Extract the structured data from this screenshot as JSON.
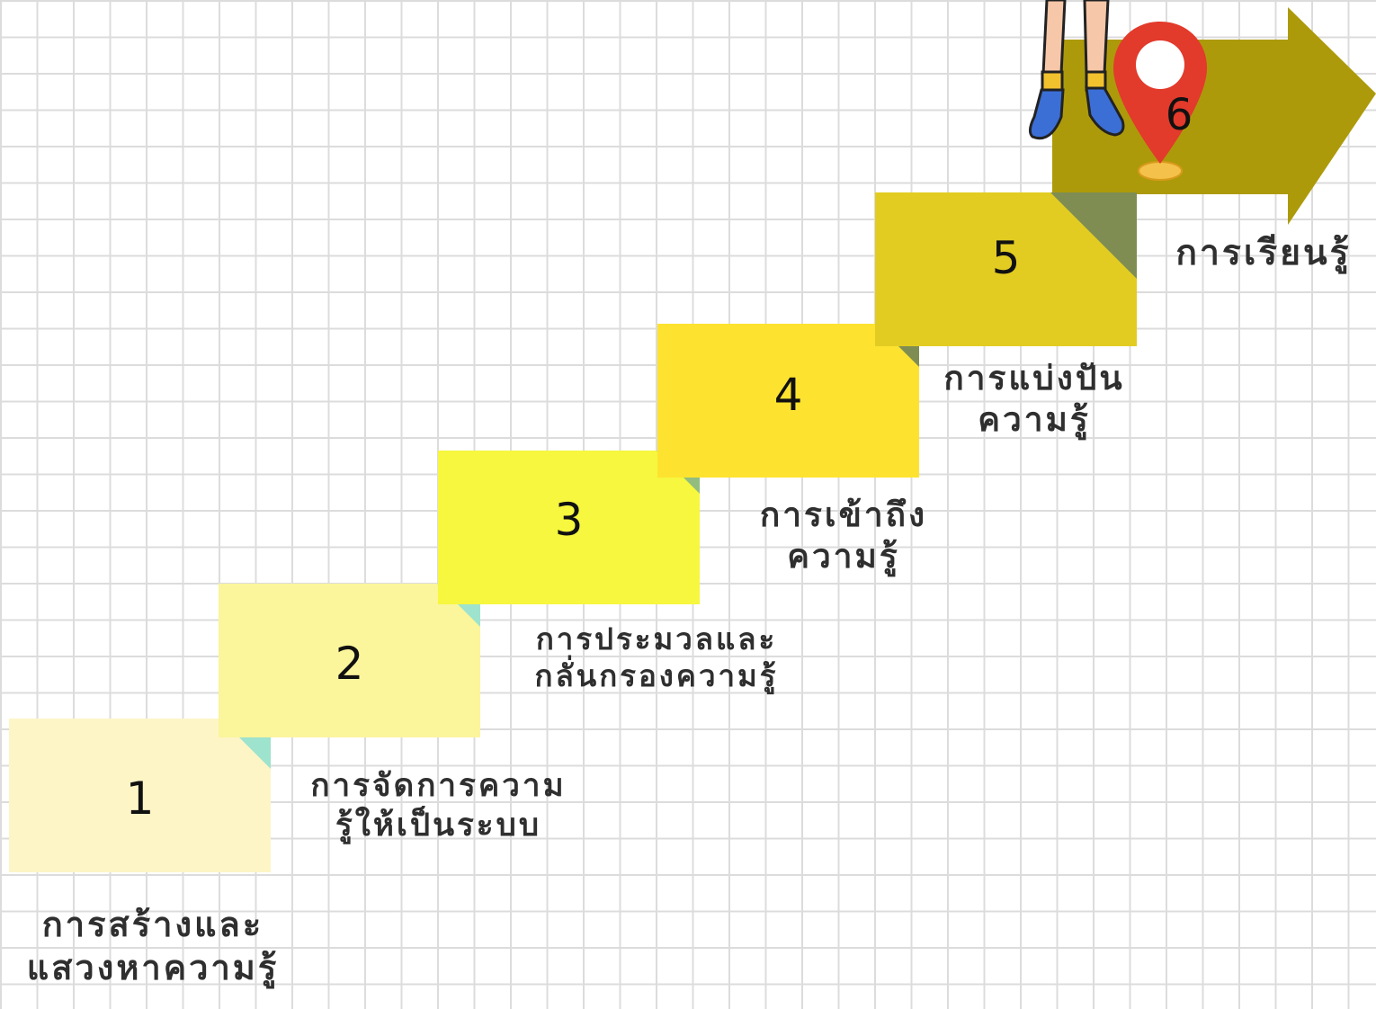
{
  "steps": [
    {
      "number": "1",
      "title_lines": [
        "การสร้างและ",
        "แสวงหาความรู้"
      ]
    },
    {
      "number": "2",
      "title_lines": [
        "การจัดการความ",
        "รู้ให้เป็นระบบ"
      ]
    },
    {
      "number": "3",
      "title_lines": [
        "การประมวลและ",
        "กลั่นกรองความรู้"
      ]
    },
    {
      "number": "4",
      "title_lines": [
        "การเข้าถึง",
        "ความรู้"
      ]
    },
    {
      "number": "5",
      "title_lines": [
        "การแบ่งปัน",
        "ความรู้"
      ]
    },
    {
      "number": "6",
      "title_lines": [
        "การเรียนรู้"
      ]
    }
  ],
  "colors": {
    "step1": "#fdf5c6",
    "step2": "#fbf59c",
    "step3": "#f6f73e",
    "step4": "#fde32f",
    "step5": "#e3cc22",
    "arrow6": "#ad9a0a",
    "fold_teal": "#9ee3cd",
    "fold_green": "#92bd7f",
    "fold_olive": "#7f8d52",
    "pin": "#e23a2b",
    "pin_base": "#f4c24a"
  }
}
